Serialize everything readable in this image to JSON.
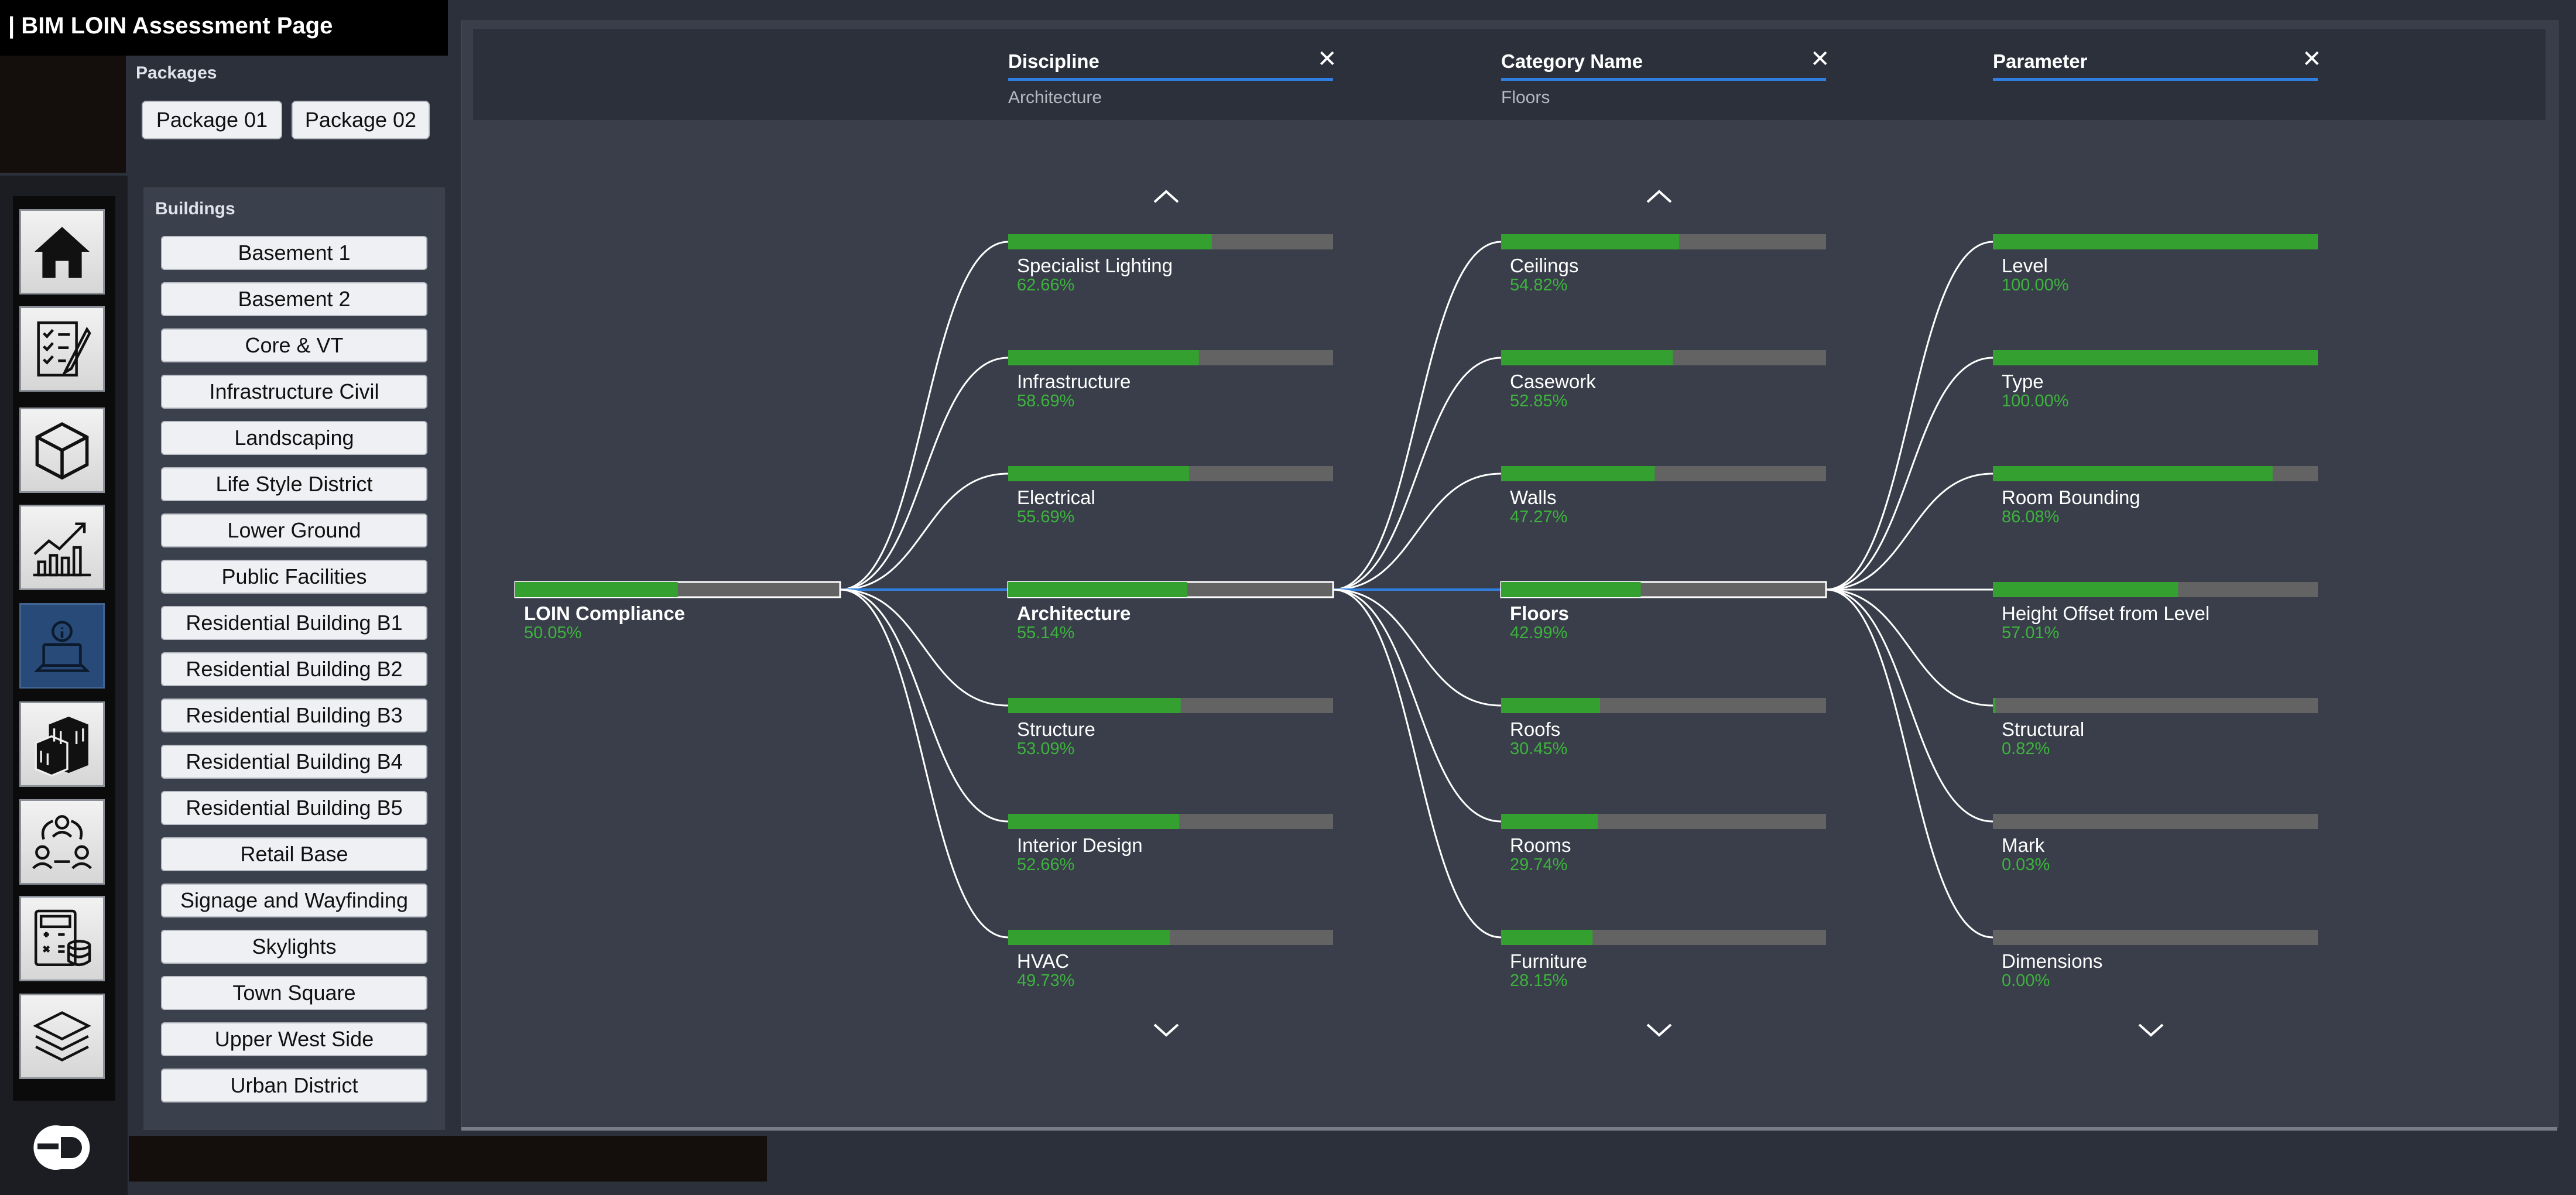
{
  "app": {
    "title": "| BIM LOIN Assessment Page"
  },
  "nav_icons": [
    "home-icon",
    "checklist-icon",
    "cube-icon",
    "growth-chart-icon",
    "info-laptop-icon",
    "buildings-icon",
    "team-icon",
    "calculator-database-icon",
    "layers-icon"
  ],
  "packages": {
    "label": "Packages",
    "items": [
      "Package 01",
      "Package 02"
    ]
  },
  "buildings": {
    "label": "Buildings",
    "items": [
      "Basement 1",
      "Basement 2",
      "Core & VT",
      "Infrastructure Civil",
      "Landscaping",
      "Life Style District",
      "Lower Ground",
      "Public Facilities",
      "Residential Building B1",
      "Residential Building B2",
      "Residential Building B3",
      "Residential Building B4",
      "Residential Building B5",
      "Retail Base",
      "Signage and Wayfinding",
      "Skylights",
      "Town Square",
      "Upper West Side",
      "Urban District"
    ]
  },
  "filters": [
    {
      "title": "Discipline",
      "value": "Architecture"
    },
    {
      "title": "Category Name",
      "value": "Floors"
    },
    {
      "title": "Parameter",
      "value": ""
    }
  ],
  "colors": {
    "bar_fill": "#34a02f",
    "bar_track": "#636363",
    "link_active": "#2f7fe0",
    "link": "#ffffff",
    "pct_text": "#3db33d"
  },
  "tree": {
    "root": {
      "label": "LOIN Compliance",
      "pct": "50.05%",
      "value": 0.5005
    },
    "levels": [
      [
        {
          "label": "Specialist Lighting",
          "pct": "62.66%",
          "value": 0.6266
        },
        {
          "label": "Infrastructure",
          "pct": "58.69%",
          "value": 0.5869
        },
        {
          "label": "Electrical",
          "pct": "55.69%",
          "value": 0.5569
        },
        {
          "label": "Architecture",
          "pct": "55.14%",
          "value": 0.5514,
          "selected": true
        },
        {
          "label": "Structure",
          "pct": "53.09%",
          "value": 0.5309
        },
        {
          "label": "Interior Design",
          "pct": "52.66%",
          "value": 0.5266
        },
        {
          "label": "HVAC",
          "pct": "49.73%",
          "value": 0.4973
        }
      ],
      [
        {
          "label": "Ceilings",
          "pct": "54.82%",
          "value": 0.5482
        },
        {
          "label": "Casework",
          "pct": "52.85%",
          "value": 0.5285
        },
        {
          "label": "Walls",
          "pct": "47.27%",
          "value": 0.4727
        },
        {
          "label": "Floors",
          "pct": "42.99%",
          "value": 0.4299,
          "selected": true
        },
        {
          "label": "Roofs",
          "pct": "30.45%",
          "value": 0.3045
        },
        {
          "label": "Rooms",
          "pct": "29.74%",
          "value": 0.2974
        },
        {
          "label": "Furniture",
          "pct": "28.15%",
          "value": 0.2815
        }
      ],
      [
        {
          "label": "Level",
          "pct": "100.00%",
          "value": 1.0
        },
        {
          "label": "Type",
          "pct": "100.00%",
          "value": 1.0
        },
        {
          "label": "Room Bounding",
          "pct": "86.08%",
          "value": 0.8608
        },
        {
          "label": "Height Offset from Level",
          "pct": "57.01%",
          "value": 0.5701
        },
        {
          "label": "Structural",
          "pct": "0.82%",
          "value": 0.0082
        },
        {
          "label": "Mark",
          "pct": "0.03%",
          "value": 0.0003
        },
        {
          "label": "Dimensions",
          "pct": "0.00%",
          "value": 0.0
        }
      ]
    ]
  }
}
